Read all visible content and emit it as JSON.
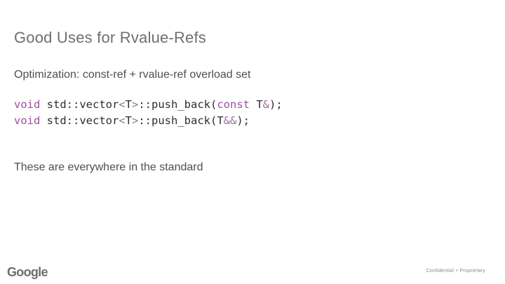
{
  "slide": {
    "title": "Good Uses for Rvalue-Refs",
    "subtitle": "Optimization: const-ref + rvalue-ref overload set",
    "code": {
      "lines": [
        [
          {
            "text": "void",
            "type": "keyword"
          },
          {
            "text": " std::vector",
            "type": "plain"
          },
          {
            "text": "<",
            "type": "operator"
          },
          {
            "text": "T",
            "type": "plain"
          },
          {
            "text": ">",
            "type": "operator"
          },
          {
            "text": "::push_back(",
            "type": "plain"
          },
          {
            "text": "const",
            "type": "keyword"
          },
          {
            "text": " T",
            "type": "plain"
          },
          {
            "text": "&",
            "type": "operator"
          },
          {
            "text": ");",
            "type": "plain"
          }
        ],
        [
          {
            "text": "void",
            "type": "keyword"
          },
          {
            "text": " std::vector",
            "type": "plain"
          },
          {
            "text": "<",
            "type": "operator"
          },
          {
            "text": "T",
            "type": "plain"
          },
          {
            "text": ">",
            "type": "operator"
          },
          {
            "text": "::push_back(",
            "type": "plain"
          },
          {
            "text": "T",
            "type": "plain"
          },
          {
            "text": "&&",
            "type": "operator"
          },
          {
            "text": ");",
            "type": "plain"
          }
        ]
      ]
    },
    "body_text": "These are everywhere in the standard",
    "footer": {
      "logo_text": "Google",
      "confidentiality": "Confidential + Proprietary"
    },
    "colors": {
      "keyword": "#9b4f9e",
      "operator": "#9b6fa0",
      "title_text": "#6f6f6f",
      "body_text": "#4f4f4f",
      "code_text": "#2e2e2e",
      "footer_text": "#8a8a8a"
    }
  }
}
